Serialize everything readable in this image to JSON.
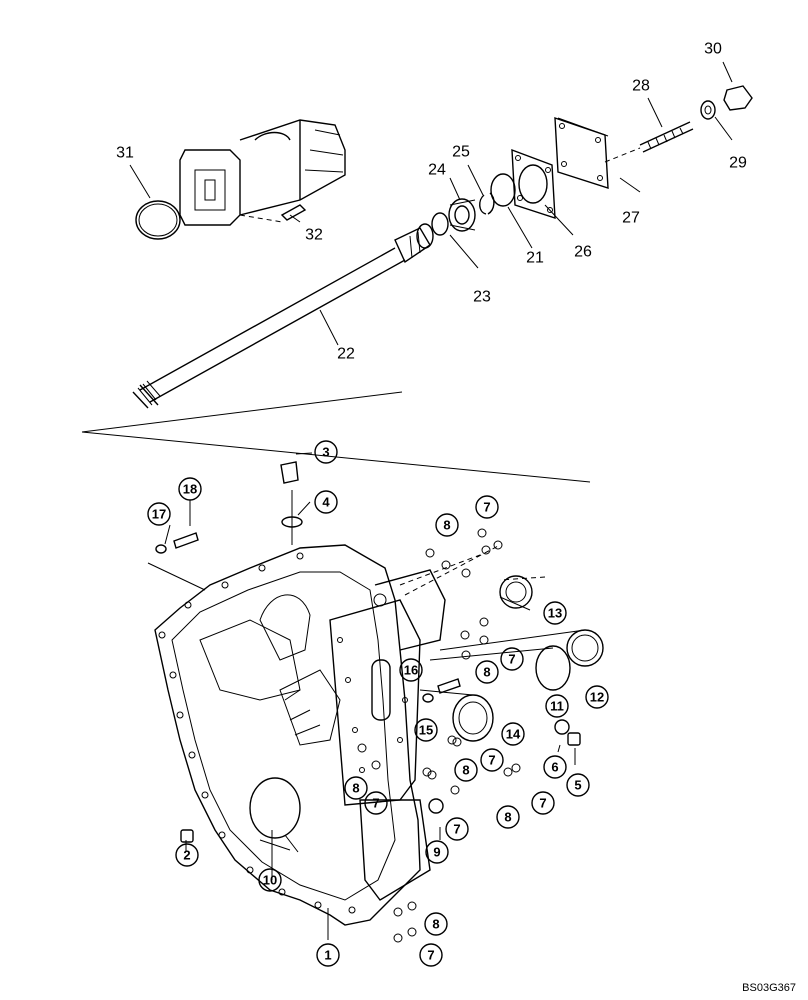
{
  "diagram": {
    "doc_code": "BS03G367",
    "upper_labels": [
      "21",
      "22",
      "23",
      "24",
      "25",
      "26",
      "27",
      "28",
      "29",
      "30",
      "31",
      "32"
    ],
    "callouts": {
      "c1": "1",
      "c2": "2",
      "c3": "3",
      "c4": "4",
      "c5": "5",
      "c6": "6",
      "c7a": "7",
      "c7b": "7",
      "c7c": "7",
      "c7d": "7",
      "c7e": "7",
      "c7f": "7",
      "c7g": "7",
      "c7h": "7",
      "c8a": "8",
      "c8b": "8",
      "c8c": "8",
      "c8d": "8",
      "c8e": "8",
      "c8f": "8",
      "c9": "9",
      "c10": "10",
      "c11": "11",
      "c12": "12",
      "c13": "13",
      "c14": "14",
      "c15": "15",
      "c16": "16",
      "c17": "17",
      "c18": "18"
    }
  }
}
